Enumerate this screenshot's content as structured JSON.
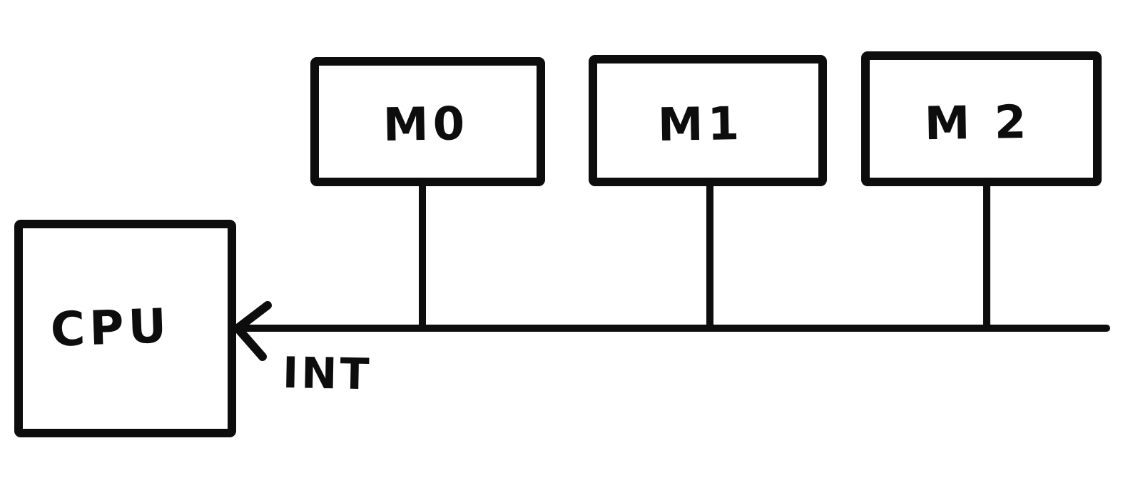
{
  "diagram": {
    "kind": "hand-drawn block diagram",
    "colors": {
      "ink": "#0d0d0d",
      "background": "#ffffff"
    },
    "cpu": {
      "label": "CPU"
    },
    "modules": [
      {
        "label": "M0"
      },
      {
        "label": "M1"
      },
      {
        "label": "M 2"
      }
    ],
    "interrupt_line": {
      "label": "INT",
      "arrow_direction": "into CPU",
      "connected_modules": [
        "M0",
        "M1",
        "M 2"
      ]
    }
  }
}
